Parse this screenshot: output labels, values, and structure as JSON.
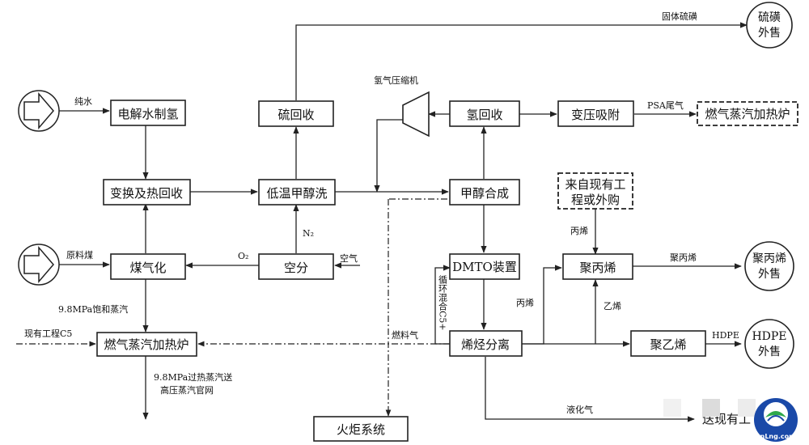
{
  "boxes": {
    "electrolysis": "电解水制氢",
    "shift": "变换及热回收",
    "gasification": "煤气化",
    "heater_left": "燃气蒸汽加热炉",
    "sulfur_recovery": "硫回收",
    "rectisol": "低温甲醇洗",
    "air_sep": "空分",
    "h2_recovery": "氢回收",
    "psa": "变压吸附",
    "heater_right": "燃气蒸汽加热炉",
    "methanol_syn": "甲醇合成",
    "dmto": "DMTO装置",
    "olefin_sep": "烯烃分离",
    "pp": "聚丙烯",
    "pe": "聚乙烯",
    "flare": "火炬系统",
    "external_line1": "来自现有工",
    "external_line2": "程或外购"
  },
  "circles": {
    "sulfur": [
      "硫磺",
      "外售"
    ],
    "pp_sale": [
      "聚丙烯",
      "外售"
    ],
    "hdpe_sale": [
      "HDPE",
      "外售"
    ]
  },
  "labels": {
    "pure_water": "纯水",
    "raw_coal": "原料煤",
    "sat_steam": "9.8MPa饱和蒸汽",
    "existing_c5": "现有工程C5",
    "sh_steam_1": "9.8MPa过热蒸汽送",
    "sh_steam_2": "高压蒸汽官网",
    "solid_sulfur": "固体硫磺",
    "h2_compressor": "氢气压缩机",
    "psa_tail": "PSA尾气",
    "n2": "N₂",
    "o2": "O₂",
    "air": "空气",
    "recycle_c5": "循环混合C5+",
    "fuel_gas": "燃料气",
    "propylene_1": "丙烯",
    "propylene_2": "丙烯",
    "ethylene": "乙烯",
    "pp_out": "聚丙烯",
    "hdpe_out": "HDPE",
    "lpg": "液化气",
    "to_existing": "送现有工"
  },
  "watermark": {
    "brand": "LnLng.com"
  }
}
